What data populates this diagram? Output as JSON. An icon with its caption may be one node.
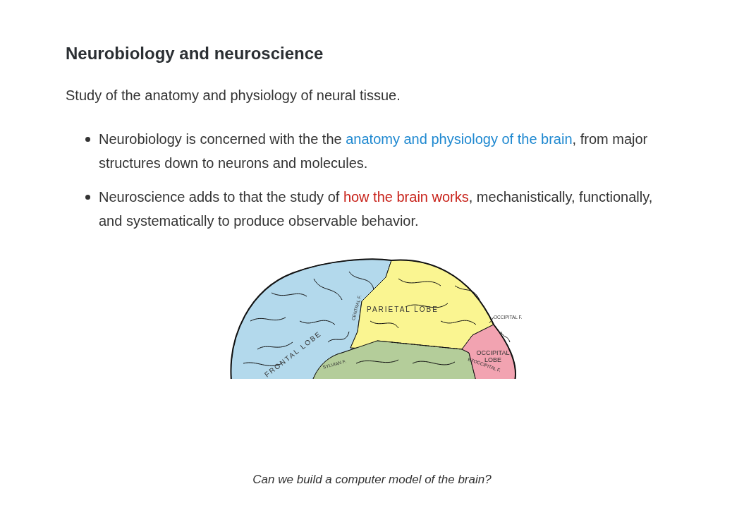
{
  "diagram": {
    "title": "Neurobiology and neuroscience",
    "caption": "Can we build a computer model of the brain?",
    "nodes": [
      {
        "text": [
          "OCCIPITAL F."
        ]
      },
      {
        "text": [],
        "shape": "picture"
      }
    ],
    "edges": [
      {
        "from": 0,
        "to": 1,
        "arrow": "none"
      }
    ],
    "labels": [
      "Study of the anatomy and physiology of neural tissue.",
      "Neurobiology is concerned with the the ",
      "anatomy and physiology of the brain",
      ", from major structures down to neurons and molecules.",
      "Neuroscience adds to that the study of ",
      "how the brain works",
      ", mechanistically, functionally, and systematically to produce observable behavior.",
      "CENTRAL F.",
      "PARIETAL LOBE",
      "FRONTAL LOBE",
      "SYLVIAN F.",
      "OCCIPITAL LOBE",
      "EXOCCIPITAL F."
    ]
  }
}
